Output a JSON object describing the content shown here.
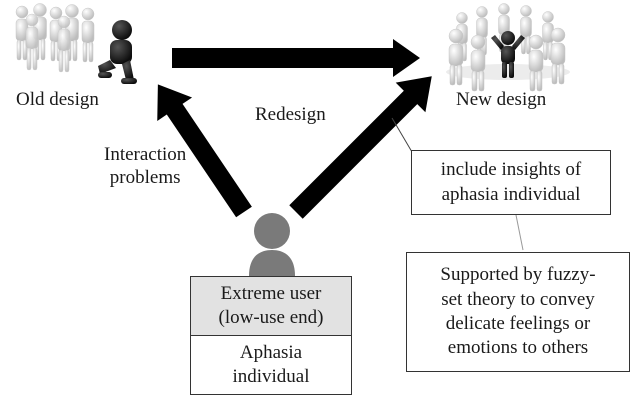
{
  "labels": {
    "old_design": "Old design",
    "new_design": "New design",
    "redesign": "Redesign",
    "interaction_line1": "Interaction",
    "interaction_line2": "problems"
  },
  "boxes": {
    "insights": {
      "line1": "include insights of",
      "line2": "aphasia individual"
    },
    "fuzzy": {
      "line1": "Supported by fuzzy-",
      "line2": "set theory to convey",
      "line3": "delicate feelings or",
      "line4": "emotions to others"
    },
    "extreme_user": {
      "line1": "Extreme user",
      "line2": "(low-use end)"
    },
    "aphasia": {
      "line1": "Aphasia",
      "line2": "individual"
    }
  },
  "icons": {
    "old_design": "crowd-with-seated-figure-icon",
    "new_design": "people-circle-icon",
    "user": "person-icon"
  },
  "colors": {
    "arrow": "#000000",
    "figure_light": "#d9d9d9",
    "figure_dark": "#1e1e1e",
    "person": "#7a7a7a",
    "extreme_box_bg": "#e2e2e2",
    "border": "#333333"
  }
}
